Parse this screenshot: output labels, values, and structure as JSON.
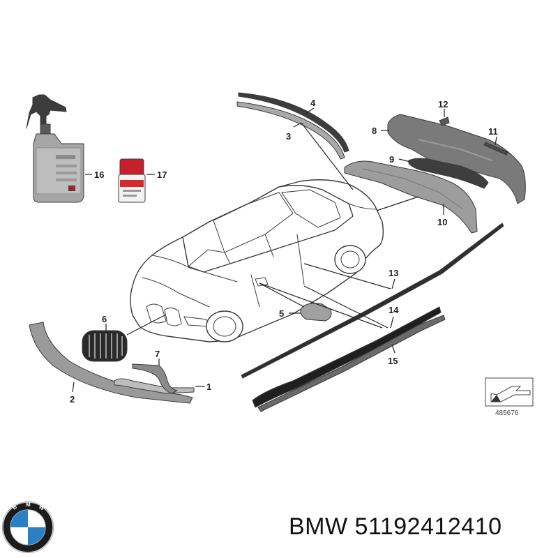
{
  "callouts": {
    "c1": "1",
    "c2": "2",
    "c3": "3",
    "c4": "4",
    "c5": "5",
    "c6": "6",
    "c7": "7",
    "c8": "8",
    "c9": "9",
    "c10": "10",
    "c11": "11",
    "c12": "12",
    "c13": "13",
    "c14": "14",
    "c15": "15",
    "c16": "16",
    "c17": "17"
  },
  "reference_number": "485676",
  "brand": {
    "name": "BMW",
    "part_number": "51192412410",
    "logo_icon": "bmw-roundel-icon"
  },
  "colors": {
    "part_gray": "#8f8f8f",
    "part_dark": "#4a4a4a",
    "roundel_blue": "#2b7fc4",
    "roundel_black": "#1c1c1c",
    "bottle_red": "#c8202a"
  }
}
